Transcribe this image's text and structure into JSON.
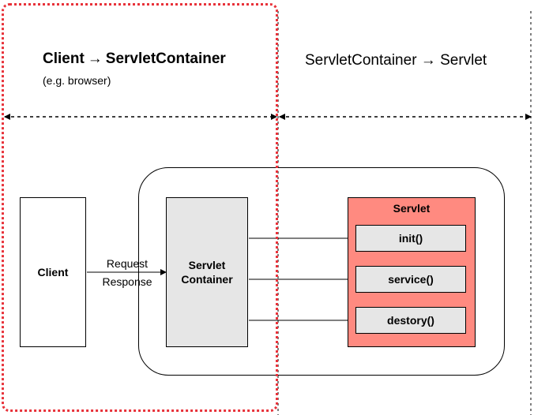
{
  "headings": {
    "left_title_start": "Client",
    "left_title_arrow": "→",
    "left_title_end": "ServletContainer",
    "left_subtitle": "(e.g. browser)",
    "right_title": "ServletContainer → Servlet"
  },
  "nodes": {
    "client": "Client",
    "container_line1": "Servlet",
    "container_line2": "Container",
    "servlet": "Servlet"
  },
  "methods": {
    "init": "init()",
    "service": "service()",
    "destroy": "destory()"
  },
  "edges": {
    "request": "Request",
    "response": "Response"
  },
  "colors": {
    "servlet_fill": "#ff8a80",
    "container_fill": "#e6e6e6",
    "highlight_border": "#e8323a"
  }
}
